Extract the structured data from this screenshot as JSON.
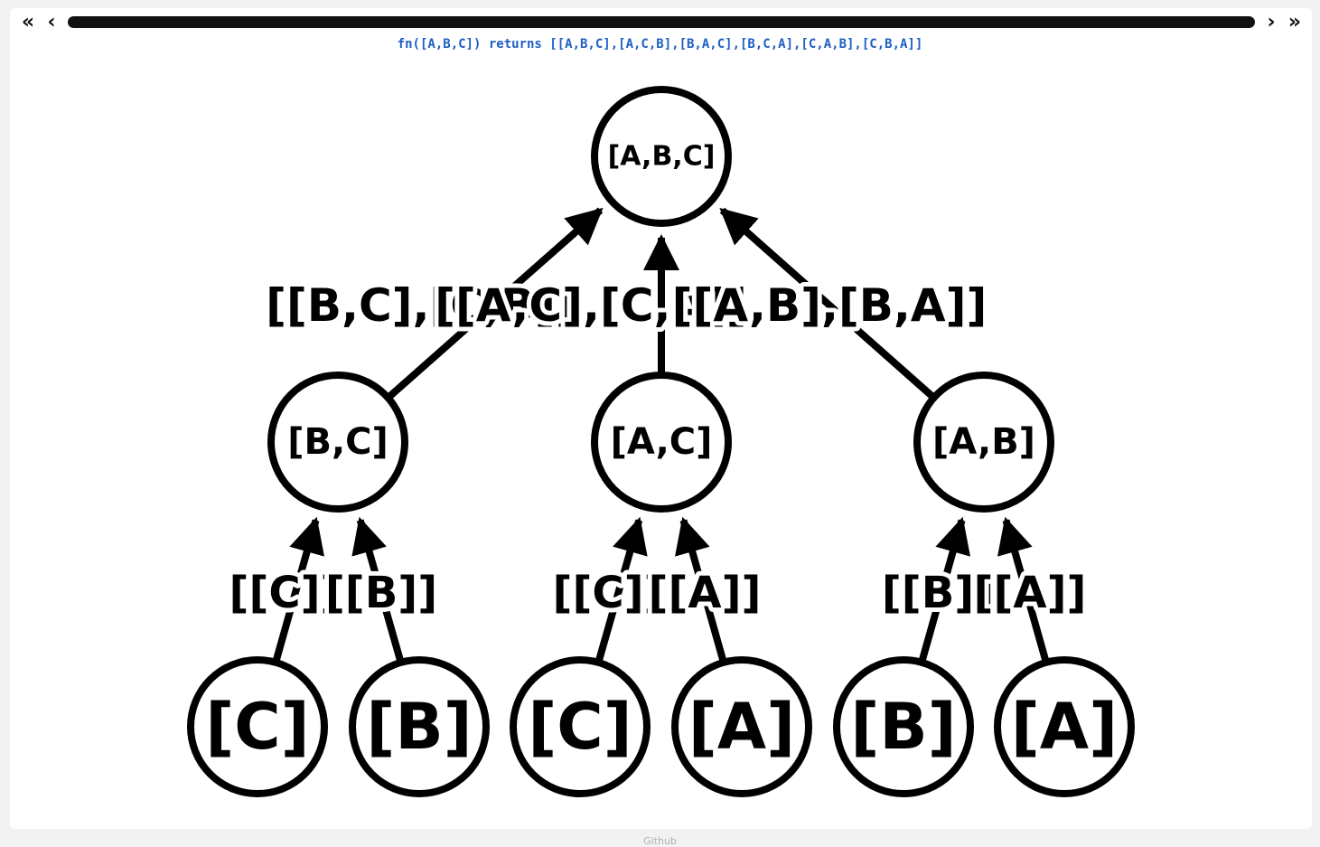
{
  "controls": {
    "first_glyph": "«",
    "prev_glyph": "‹",
    "next_glyph": "›",
    "last_glyph": "»"
  },
  "caption": "fn([A,B,C]) returns [[A,B,C],[A,C,B],[B,A,C],[B,C,A],[C,A,B],[C,B,A]]",
  "footer": "Github",
  "tree": {
    "nodes": [
      {
        "id": "root",
        "label": "[A,B,C]"
      },
      {
        "id": "bc",
        "label": "[B,C]",
        "parent": "root"
      },
      {
        "id": "ac",
        "label": "[A,C]",
        "parent": "root"
      },
      {
        "id": "ab",
        "label": "[A,B]",
        "parent": "root"
      },
      {
        "id": "c1",
        "label": "[C]",
        "parent": "bc"
      },
      {
        "id": "b1",
        "label": "[B]",
        "parent": "bc"
      },
      {
        "id": "c2",
        "label": "[C]",
        "parent": "ac"
      },
      {
        "id": "a1",
        "label": "[A]",
        "parent": "ac"
      },
      {
        "id": "b2",
        "label": "[B]",
        "parent": "ab"
      },
      {
        "id": "a2",
        "label": "[A]",
        "parent": "ab"
      }
    ],
    "returns": [
      {
        "from": "bc",
        "label": "[[B,C],[C,B]]"
      },
      {
        "from": "ac",
        "label": "[[A,C],[C,A]]"
      },
      {
        "from": "ab",
        "label": "[[A,B],[B,A]]"
      },
      {
        "from": "c1",
        "label": "[[C]]"
      },
      {
        "from": "b1",
        "label": "[[B]]"
      },
      {
        "from": "c2",
        "label": "[[C]]"
      },
      {
        "from": "a1",
        "label": "[[A]]"
      },
      {
        "from": "b2",
        "label": "[[B]]"
      },
      {
        "from": "a2",
        "label": "[[A]]"
      }
    ]
  }
}
